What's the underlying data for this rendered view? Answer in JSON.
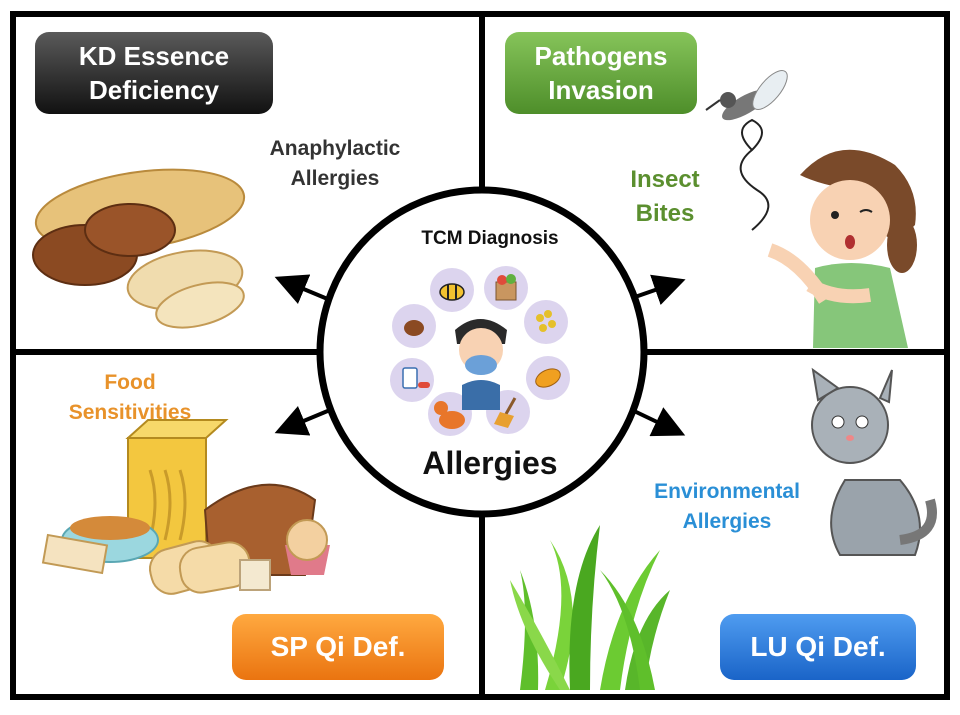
{
  "quadrants": {
    "top_left": {
      "badge": [
        "KD Essence",
        "Deficiency"
      ],
      "label": [
        "Anaphylactic",
        "Allergies"
      ],
      "badge_color": "#2a2a2a",
      "label_color": "#333333"
    },
    "top_right": {
      "badge": [
        "Pathogens",
        "Invasion"
      ],
      "label": [
        "Insect",
        "Bites"
      ],
      "badge_color": "#5e9e3a",
      "label_color": "#5b8f2f"
    },
    "bottom_left": {
      "badge": [
        "SP Qi Def."
      ],
      "label": [
        "Food",
        "Sensitivities"
      ],
      "badge_color": "#f0861e",
      "label_color": "#e8922a"
    },
    "bottom_right": {
      "badge": [
        "LU Qi Def."
      ],
      "label": [
        "Environmental",
        "Allergies"
      ],
      "badge_color": "#1f73d8",
      "label_color": "#2a8fd6"
    }
  },
  "center": {
    "title": "TCM Diagnosis",
    "main": "Allergies",
    "icons": [
      "bee-icon",
      "grocery-bag-icon",
      "pollen-icon",
      "bacteria-icon",
      "broom-dust-icon",
      "cat-icon",
      "pills-icon",
      "dust-mite-icon",
      "sneezing-person-icon"
    ]
  },
  "illustrations": [
    "peanuts-icon",
    "mosquito-icon",
    "girl-scratching-icon",
    "cat-icon",
    "grass-icon",
    "bread-cereal-food-icon"
  ]
}
